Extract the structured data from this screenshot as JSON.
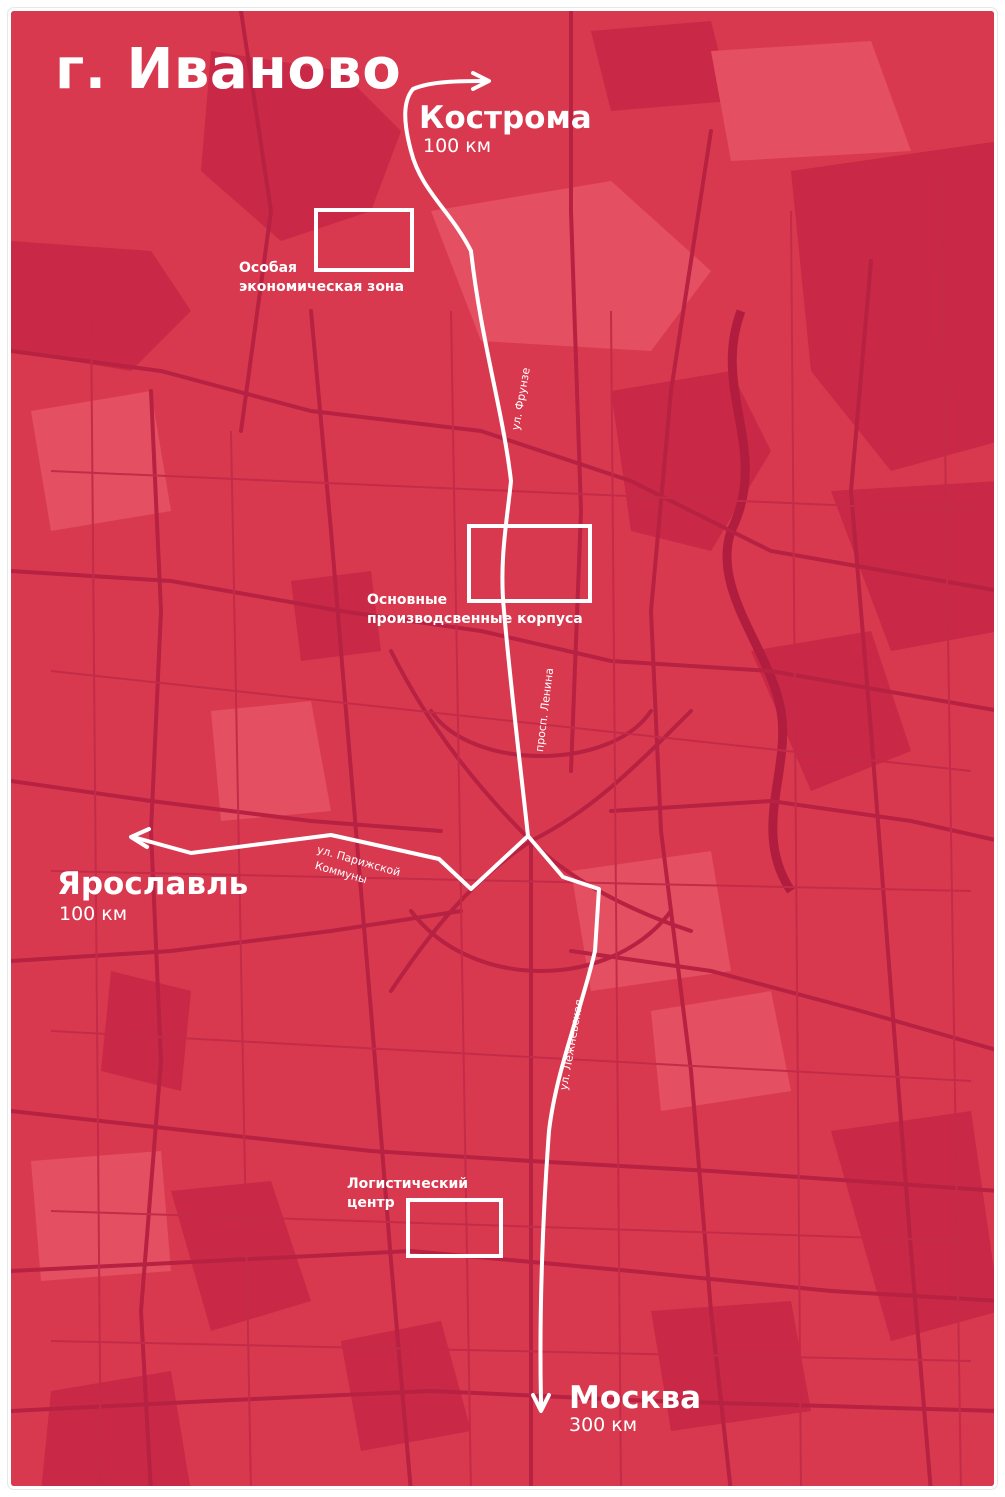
{
  "map": {
    "title": "г. Иваново",
    "colors": {
      "base": "#d9394f",
      "dark_patch": "#c92846",
      "light_patch": "#e45061",
      "road": "#b72142",
      "route": "#ffffff"
    }
  },
  "destinations": {
    "kostroma": {
      "name": "Кострома",
      "distance": "100 км"
    },
    "yaroslavl": {
      "name": "Ярославль",
      "distance": "100 км"
    },
    "moskva": {
      "name": "Москва",
      "distance": "300 км"
    }
  },
  "zones": {
    "sez": {
      "line1": "Особая",
      "line2": "экономическая зона"
    },
    "main": {
      "line1": "Основные",
      "line2": "производсвенные корпуса"
    },
    "logistics": {
      "line1": "Логистический",
      "line2": "центр"
    }
  },
  "streets": {
    "frunze": "ул. Фрунзе",
    "lenina": "просп. Ленина",
    "parizh1": "ул. Парижской",
    "parizh2": "Коммуны",
    "lezhnevskaya": "ул. Лежневская"
  }
}
